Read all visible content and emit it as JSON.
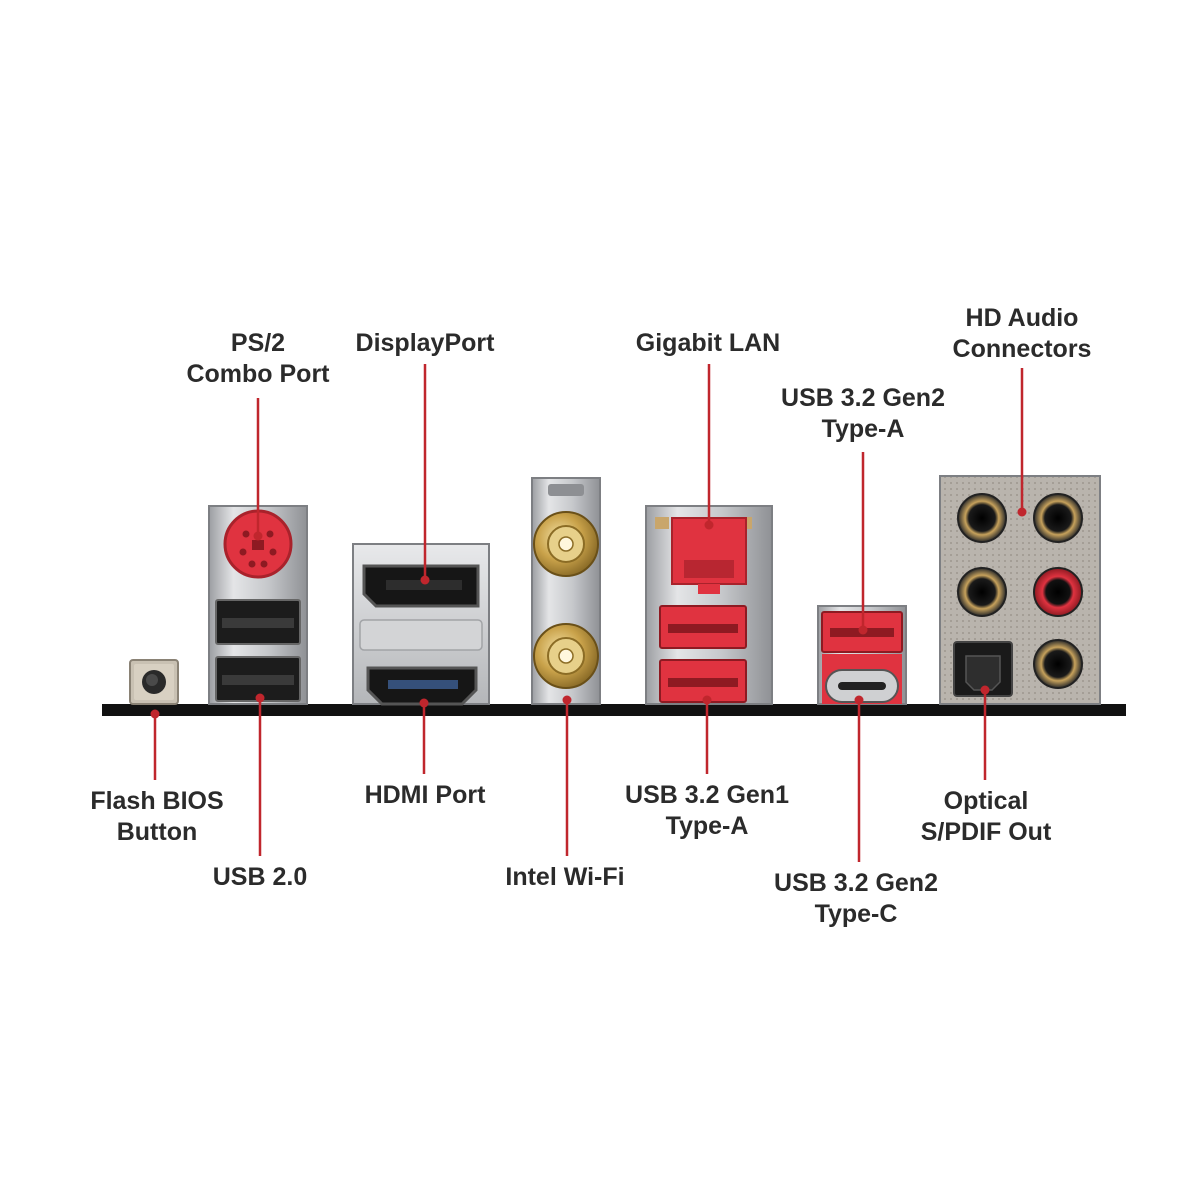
{
  "labels": {
    "ps2": [
      "PS/2",
      "Combo Port"
    ],
    "displayport": [
      "DisplayPort"
    ],
    "gigabit_lan": [
      "Gigabit LAN"
    ],
    "hd_audio": [
      "HD Audio",
      "Connectors"
    ],
    "usb32_gen2_a": [
      "USB 3.2 Gen2",
      "Type-A"
    ],
    "flash_bios": [
      "Flash BIOS",
      "Button"
    ],
    "usb20": [
      "USB 2.0"
    ],
    "hdmi": [
      "HDMI Port"
    ],
    "intel_wifi": [
      "Intel Wi-Fi"
    ],
    "usb32_gen1_a": [
      "USB 3.2 Gen1",
      "Type-A"
    ],
    "usb32_gen2_c": [
      "USB 3.2 Gen2",
      "Type-C"
    ],
    "optical": [
      "Optical",
      "S/PDIF Out"
    ]
  },
  "colors": {
    "leader_line": "#c0262d",
    "port_red": "#e03340",
    "bracket_silver": "#cfd0d2",
    "baseline": "#111111",
    "label_text": "#2b2b2b",
    "gold": "#c9a24a"
  }
}
